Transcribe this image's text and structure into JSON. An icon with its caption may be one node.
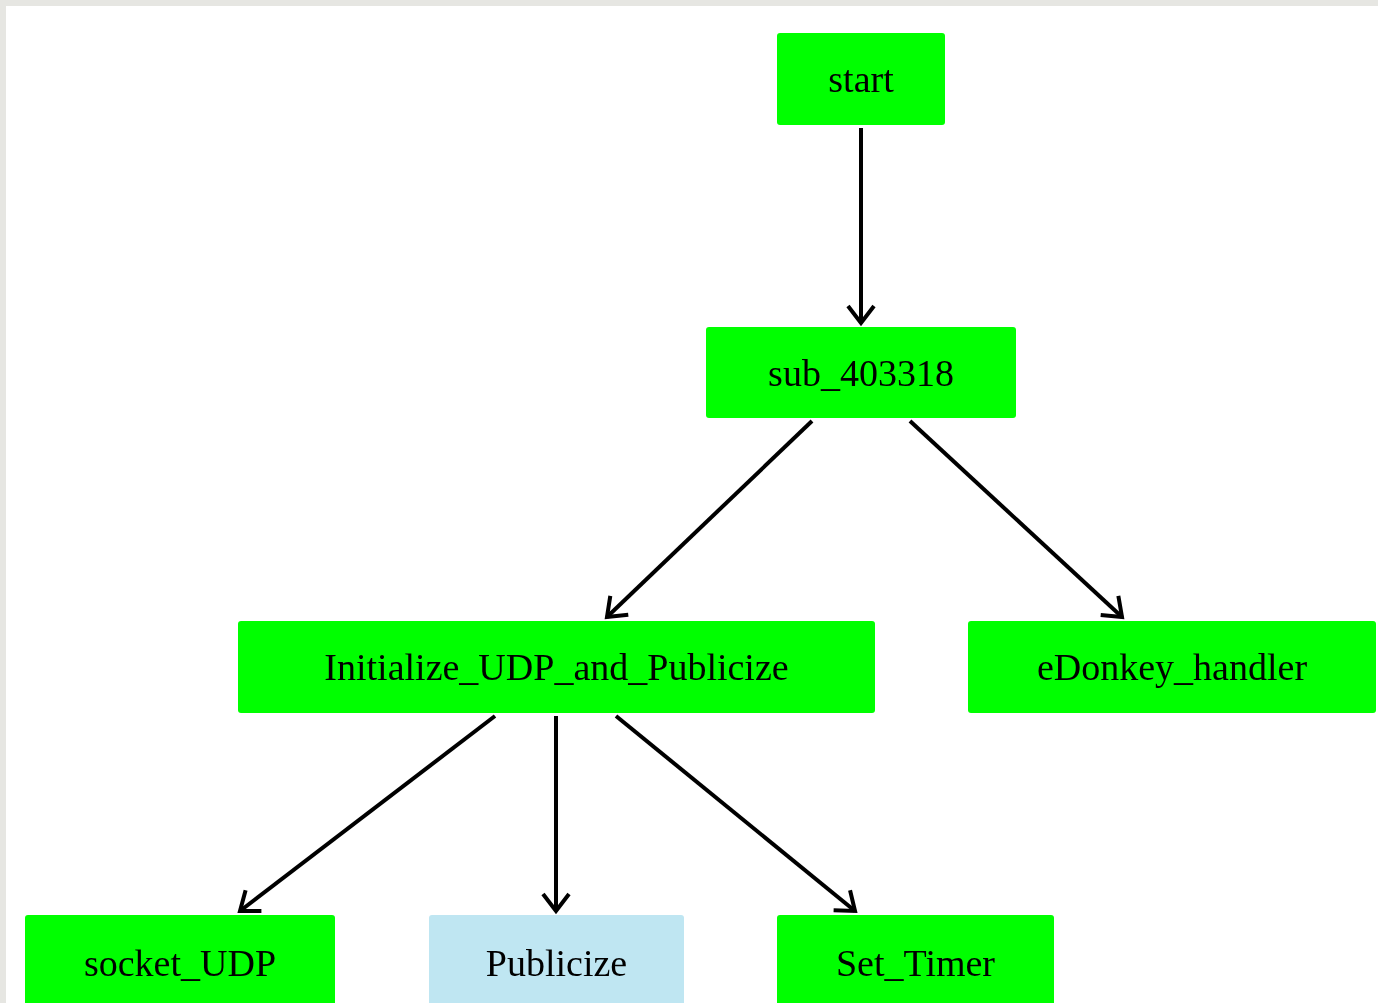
{
  "diagram": {
    "nodes": [
      {
        "text": [
          "start"
        ]
      },
      {
        "text": [
          "sub_403318"
        ]
      },
      {
        "text": [
          "Initialize_UDP_and_Publicize"
        ]
      },
      {
        "text": [
          "eDonkey_handler"
        ]
      },
      {
        "text": [
          "socket_UDP"
        ]
      },
      {
        "text": [
          "Publicize"
        ]
      },
      {
        "text": [
          "Set_Timer"
        ]
      }
    ],
    "edges": [
      {
        "from": 0,
        "to": 1,
        "arrow": "to"
      },
      {
        "from": 1,
        "to": 2,
        "arrow": "to"
      },
      {
        "from": 1,
        "to": 3,
        "arrow": "to"
      },
      {
        "from": 2,
        "to": 4,
        "arrow": "to"
      },
      {
        "from": 2,
        "to": 5,
        "arrow": "to"
      },
      {
        "from": 2,
        "to": 6,
        "arrow": "to"
      }
    ]
  }
}
